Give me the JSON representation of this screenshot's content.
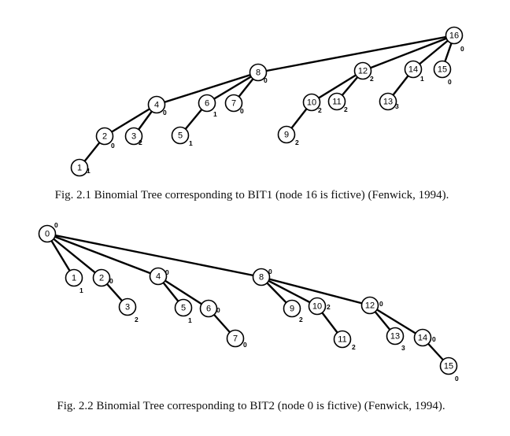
{
  "figures": [
    {
      "caption": "Fig. 2.1 Binomial Tree corresponding to BIT1 (node 16 is fictive) (Fenwick, 1994).",
      "nodes": [
        {
          "label": "16",
          "sub": "0"
        },
        {
          "label": "8",
          "sub": "0"
        },
        {
          "label": "12",
          "sub": "2"
        },
        {
          "label": "14",
          "sub": "1"
        },
        {
          "label": "15",
          "sub": "0"
        },
        {
          "label": "4",
          "sub": "0"
        },
        {
          "label": "6",
          "sub": "1"
        },
        {
          "label": "7",
          "sub": "0"
        },
        {
          "label": "10",
          "sub": "2"
        },
        {
          "label": "11",
          "sub": "2"
        },
        {
          "label": "13",
          "sub": "3"
        },
        {
          "label": "2",
          "sub": "0"
        },
        {
          "label": "3",
          "sub": "2"
        },
        {
          "label": "5",
          "sub": "1"
        },
        {
          "label": "9",
          "sub": "2"
        },
        {
          "label": "1",
          "sub": "1"
        }
      ],
      "edges": [
        [
          "16",
          "8"
        ],
        [
          "16",
          "12"
        ],
        [
          "16",
          "14"
        ],
        [
          "16",
          "15"
        ],
        [
          "8",
          "4"
        ],
        [
          "8",
          "6"
        ],
        [
          "8",
          "7"
        ],
        [
          "12",
          "10"
        ],
        [
          "12",
          "11"
        ],
        [
          "14",
          "13"
        ],
        [
          "4",
          "2"
        ],
        [
          "4",
          "3"
        ],
        [
          "6",
          "5"
        ],
        [
          "10",
          "9"
        ],
        [
          "2",
          "1"
        ]
      ]
    },
    {
      "caption": "Fig. 2.2 Binomial Tree corresponding to BIT2 (node 0 is fictive) (Fenwick, 1994).",
      "nodes": [
        {
          "label": "0",
          "sub": "0"
        },
        {
          "label": "1",
          "sub": "1"
        },
        {
          "label": "2",
          "sub": "0"
        },
        {
          "label": "3",
          "sub": "2"
        },
        {
          "label": "4",
          "sub": "0"
        },
        {
          "label": "5",
          "sub": "1"
        },
        {
          "label": "6",
          "sub": "0"
        },
        {
          "label": "7",
          "sub": "0"
        },
        {
          "label": "8",
          "sub": "0"
        },
        {
          "label": "9",
          "sub": "2"
        },
        {
          "label": "10",
          "sub": "2"
        },
        {
          "label": "11",
          "sub": "2"
        },
        {
          "label": "12",
          "sub": "0"
        },
        {
          "label": "13",
          "sub": "3"
        },
        {
          "label": "14",
          "sub": "0"
        },
        {
          "label": "15",
          "sub": "0"
        }
      ],
      "edges": [
        [
          "0",
          "1"
        ],
        [
          "0",
          "2"
        ],
        [
          "0",
          "4"
        ],
        [
          "0",
          "8"
        ],
        [
          "2",
          "3"
        ],
        [
          "4",
          "5"
        ],
        [
          "4",
          "6"
        ],
        [
          "6",
          "7"
        ],
        [
          "8",
          "9"
        ],
        [
          "8",
          "10"
        ],
        [
          "8",
          "12"
        ],
        [
          "10",
          "11"
        ],
        [
          "12",
          "13"
        ],
        [
          "12",
          "14"
        ],
        [
          "14",
          "15"
        ]
      ]
    }
  ]
}
